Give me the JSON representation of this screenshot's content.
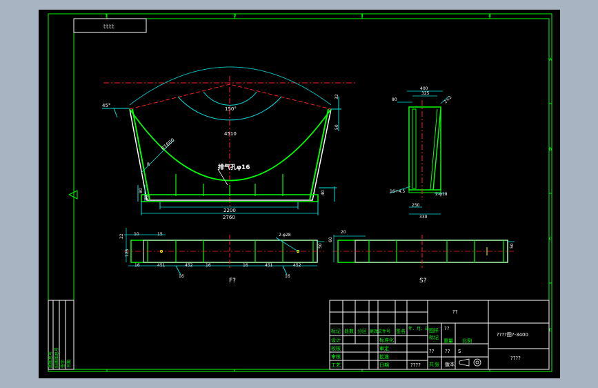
{
  "colors": {
    "outer_background": "#a9b4c2",
    "sheet": "#000000",
    "frame": "#00ff00",
    "outline": "#ffffff",
    "dimension": "#00e0e0",
    "centerline": "#ff2020",
    "weld": "#ffff00"
  },
  "zone_numbers": [
    "1",
    "2",
    "3",
    "4"
  ],
  "zone_letters": [
    "A",
    "B",
    "C",
    "D"
  ],
  "corner_code": "ﾋﾋﾋﾋ",
  "front_view": {
    "angle_top": "150°",
    "arc_length": "4510",
    "radius": "R1600",
    "vent_hole": "排气孔φ16",
    "chamfer": "45°",
    "dim_right_top": "32",
    "dim_right_mid": "50",
    "dim_width_inner": "2200",
    "dim_width_outer": "2760",
    "dim_left_small_1": "80",
    "dim_left_small_2": "80",
    "dim_right_small": "40",
    "label_r": "R",
    "caption": "F?"
  },
  "side_view": {
    "dim_top_outer": "400",
    "dim_top_inner": "325",
    "dim_left": "80",
    "weld_note": "2×2",
    "note_bottom_left": "16+4.5",
    "note_bottom_right": "2-φ18",
    "dim_bottom_inner": "250",
    "dim_bottom_outer": "330"
  },
  "front_bottom_view": {
    "dim_top_1": "10",
    "dim_top_2": "15",
    "hole_note": "2-φ28",
    "dim_height_1": "22",
    "dim_height_2": "125",
    "dim_right": "50",
    "pitch_labels": [
      "16",
      "451",
      "452",
      "16",
      "451",
      "452",
      "16"
    ],
    "bottom_mark_1": "16",
    "bottom_mark_2": "16",
    "caption": "F?"
  },
  "side_bottom_view": {
    "dim_top": "20",
    "dim_left": "60",
    "dim_right": "50",
    "caption": "S?"
  },
  "title_block": {
    "material": "??",
    "drawing_no": "????图?-3400",
    "part_name": "????",
    "headers": [
      "标记",
      "处数",
      "分区",
      "更改文件号",
      "签名",
      "年、月、日"
    ],
    "row_labels_left": [
      "设计",
      "校核",
      "审核",
      "工艺"
    ],
    "row_labels_mid": [
      "标准化",
      "审定",
      "批准",
      "日期"
    ],
    "date_value": "????",
    "stage_labels": [
      "图样",
      "标记"
    ],
    "weight_label": "重量",
    "scale_label": "比例",
    "stage_values": [
      "??",
      "??",
      "S"
    ],
    "sheet_label": "共",
    "sheet_label_2": "张",
    "version_label": "版本"
  },
  "side_strip": [
    "底图总号",
    "旧底图总号",
    "签字",
    "日期",
    "借(通)用件登记"
  ]
}
